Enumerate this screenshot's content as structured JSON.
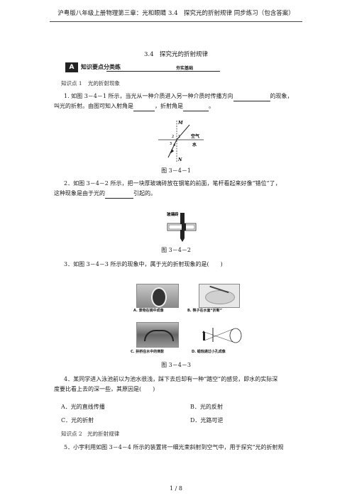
{
  "header": "沪粤版八年级上册物理第三章：光和眼睛 3.4　探究光的折射规律  同步练习（包含答案）",
  "title": "3.4　探究光的折射规律",
  "banner": {
    "num": "A",
    "title": "知识要点分类练",
    "tag": "夯实基础"
  },
  "kp1": {
    "label": "知识点 1",
    "text": "光的折射现象"
  },
  "q1": {
    "line1_a": "1. 如图 3－4－1 所示，当光从一种介质进入另一种介质时传播方向",
    "line1_b": "的现象，",
    "line2_a": "叫光的折射。由图可知入射角是",
    "line2_b": "，折射角是",
    "line2_c": "。"
  },
  "fig1": {
    "M": "M",
    "N": "N",
    "air": "空气",
    "water": "水",
    "a1": "1",
    "a2": "2",
    "a3": "3",
    "a4": "4",
    "caption": "图 3－4－1"
  },
  "q2": {
    "line1": "2．如图 3－4－2 所示，把一块厚玻璃砖放在钢笔的前面，笔杆看起来好像“错位”了，",
    "line2_a": "这种现象是由于光的",
    "line2_b": "引起的。"
  },
  "fig2": {
    "label": "玻璃砖",
    "caption": "图 3－4－2"
  },
  "q3": {
    "text": "3．如图 3－4－3 所示的现象中，属于光的折射现象的是(　　)"
  },
  "fig3": {
    "a": "A. 景物在镜中成像",
    "b": "B. 筷子在水面“折断”",
    "c": "C. 拱桥在水中的倒影",
    "d": "D. 蜡烛通过小孔成像",
    "caption": "图 3－4－3"
  },
  "q4": {
    "line1": "4．某同学进入泳池前以为池水很浅，踩下去后却有一种“踏空”的感觉，即水的实际深",
    "line2": "度要比看上去的深一些，其原因是(　　)",
    "optA": "A．光的直线传播",
    "optB": "B．光的反射",
    "optC": "C．光的折射",
    "optD": "D．光路可逆"
  },
  "kp2": {
    "text": "知识点 2　光的折射规律"
  },
  "q5": {
    "text": "5．小宇利用如图 3－4－4 所示的装置将一细光束斜射到空气中，用于探究“光的折射规"
  },
  "footer": "1 / 8"
}
